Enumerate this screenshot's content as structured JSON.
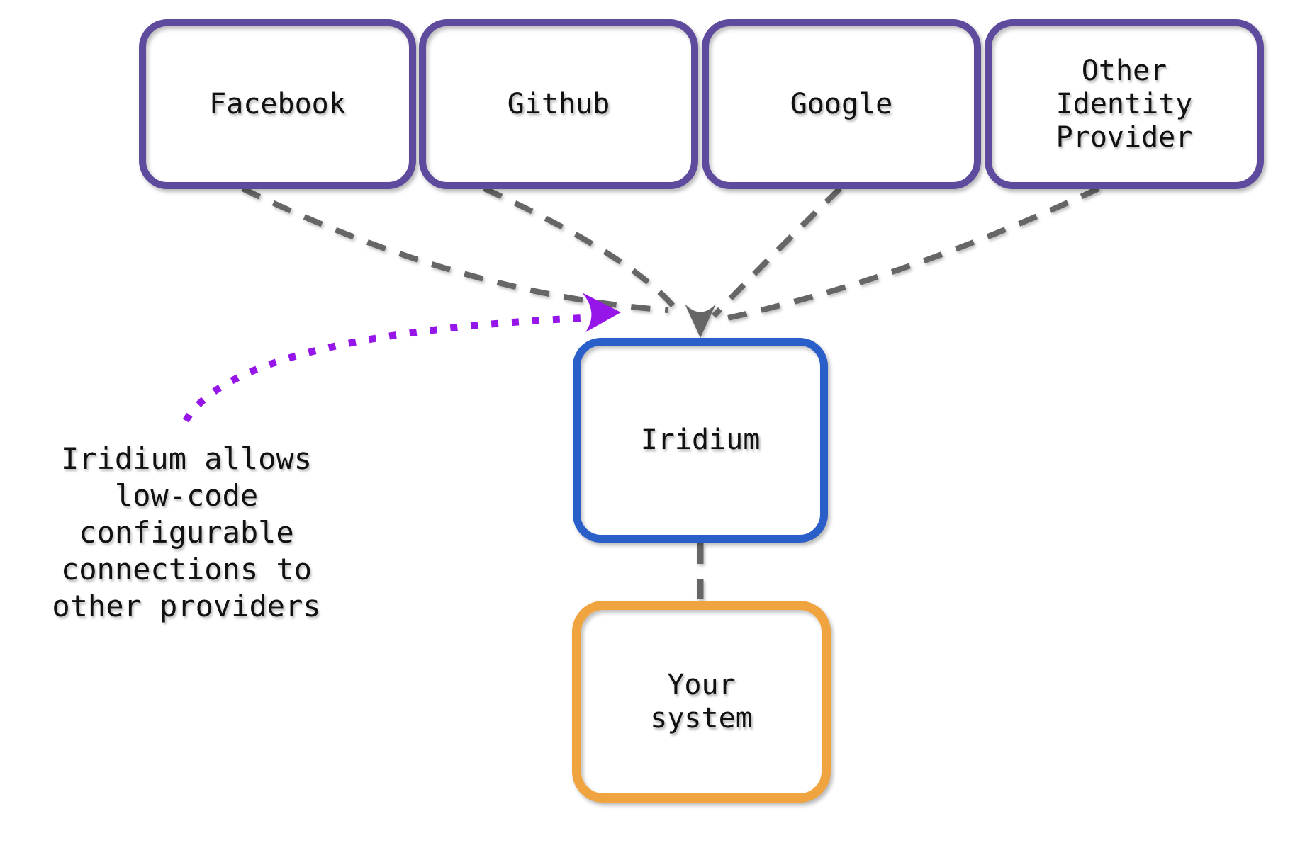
{
  "diagram": {
    "providers": [
      {
        "label": "Facebook"
      },
      {
        "label": "Github"
      },
      {
        "label": "Google"
      },
      {
        "label": "Other\nIdentity\nProvider"
      }
    ],
    "hub": {
      "label": "Iridium"
    },
    "target": {
      "label": "Your\nsystem"
    },
    "annotation": {
      "text": "Iridium allows\nlow-code\nconfigurable\nconnections to\nother providers"
    },
    "colors": {
      "provider_border": "#5E4B9E",
      "hub_border": "#2A5EC8",
      "target_border": "#F0A440",
      "connector": "#666666",
      "annotation_arrow": "#9615E8"
    }
  }
}
